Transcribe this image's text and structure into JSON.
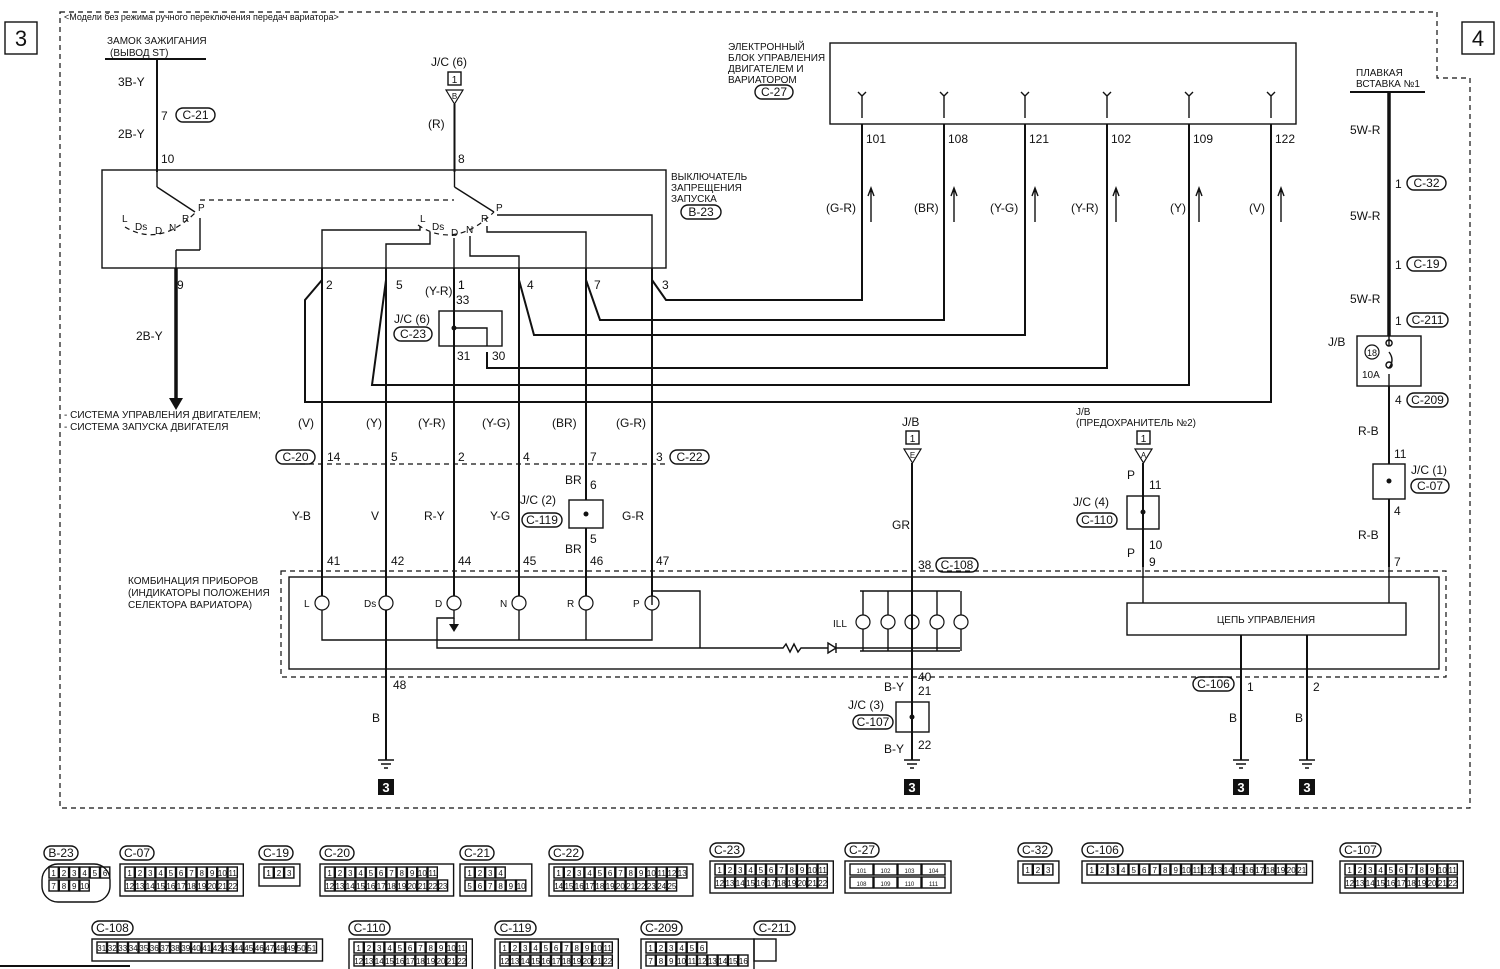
{
  "header_note": "<Модели без режима ручного переключения передач вариатора>",
  "page_left": "3",
  "page_right": "4",
  "ignition": {
    "title1": "ЗАМОК ЗАЖИГАНИЯ",
    "title2": "(ВЫВОД ST)",
    "wire_top": "3B-Y",
    "pin_c21": "7",
    "wire_mid": "2B-Y",
    "pin_10": "10",
    "pin_9": "9",
    "wire_bottom": "2B-Y"
  },
  "jc6_top": {
    "label": "J/C (6)",
    "box": "1",
    "letter": "B",
    "wire": "(R)",
    "pin": "8"
  },
  "ecu": {
    "line1": "ЭЛЕКТРОННЫЙ",
    "line2": "БЛОК УПРАВЛЕНИЯ",
    "line3": "ДВИГАТЕЛЕМ И",
    "line4": "ВАРИАТОРОМ",
    "connector": "C-27",
    "pins": [
      "101",
      "108",
      "121",
      "102",
      "109",
      "122"
    ],
    "wires": [
      "(G-R)",
      "(BR)",
      "(Y-G)",
      "(Y-R)",
      "(Y)",
      "(V)"
    ]
  },
  "inhibitor": {
    "line1": "ВЫКЛЮЧАТЕЛЬ",
    "line2": "ЗАПРЕЩЕНИЯ",
    "line3": "ЗАПУСКА",
    "connector": "B-23",
    "positions": [
      "L",
      "Ds",
      "D",
      "N",
      "R",
      "P"
    ],
    "pins": [
      "2",
      "5",
      "1",
      "4",
      "7",
      "3"
    ]
  },
  "fusible": {
    "line1": "ПЛАВКАЯ",
    "line2": "ВСТАВКА №1",
    "w1": "5W-R",
    "c32": "C-32",
    "w2": "5W-R",
    "c19": "C-19",
    "w3": "5W-R",
    "c211": "C-211",
    "pin1": "1"
  },
  "jb_right": {
    "label": "J/B",
    "fuse_no": "18",
    "amps": "10A",
    "pin4": "4",
    "c209": "C-209",
    "wire": "R-B",
    "pin11": "11"
  },
  "jc1": {
    "label": "J/C (1)",
    "connector": "C-07",
    "pin4": "4",
    "wire": "R-B",
    "pin7": "7"
  },
  "jc6_mid": {
    "wire": "(Y-R)",
    "pin1": "1",
    "pin33": "33",
    "label": "J/C (6)",
    "connector": "C-23",
    "pin31": "31",
    "pin30": "30"
  },
  "systems": {
    "line1": "- СИСТЕМА УПРАВЛЕНИЯ ДВИГАТЕЛЕМ;",
    "line2": "- СИСТЕМА ЗАПУСКА ДВИГАТЕЛЯ"
  },
  "c22_row": {
    "connector_left": "C-20",
    "connector_right": "C-22",
    "wires_top": [
      "(V)",
      "(Y)",
      "(Y-R)",
      "(Y-G)",
      "(BR)",
      "(G-R)"
    ],
    "pins": [
      "14",
      "5",
      "2",
      "4",
      "7",
      "3"
    ],
    "wires_bottom": [
      "Y-B",
      "V",
      "R-Y",
      "Y-G",
      "",
      "G-R"
    ]
  },
  "jc2": {
    "label": "J/C (2)",
    "connector": "C-119",
    "br_top": "BR",
    "pin6": "6",
    "pin5": "5",
    "br_bottom": "BR"
  },
  "jb_mid": {
    "label": "J/B",
    "box": "1",
    "letter": "E",
    "wire": "GR",
    "pin38": "38",
    "connector": "C-108"
  },
  "jb_fuse2": {
    "line1": "J/B",
    "line2": "(ПРЕДОХРАНИТЕЛЬ №2)",
    "box": "1",
    "letter": "A",
    "wire": "P",
    "pin11": "11"
  },
  "jc4": {
    "label": "J/C (4)",
    "connector": "C-110",
    "pin10": "10",
    "wire": "P",
    "pin9": "9"
  },
  "cluster": {
    "line1": "КОМБИНАЦИЯ ПРИБОРОВ",
    "line2": "(ИНДИКАТОРЫ ПОЛОЖЕНИЯ",
    "line3": "СЕЛЕКТОРА ВАРИАТОРА)",
    "pins": [
      "41",
      "42",
      "44",
      "45",
      "46",
      "47"
    ],
    "lamps": [
      "L",
      "Ds",
      "D",
      "N",
      "R",
      "P"
    ],
    "ill": "ILL",
    "control": "ЦЕПЬ УПРАВЛЕНИЯ",
    "pin48": "48",
    "ground_wire": "B"
  },
  "jc3": {
    "pin40": "40",
    "wire_top": "B-Y",
    "pin21": "21",
    "label": "J/C (3)",
    "connector": "C-107",
    "wire_bottom": "B-Y",
    "pin22": "22"
  },
  "c106": {
    "connector": "C-106",
    "pin1": "1",
    "pin2": "2",
    "wire1": "B",
    "wire2": "B"
  },
  "ground_tag": "3",
  "connector_views": [
    {
      "name": "B-23",
      "row1": [
        "1",
        "2",
        "3",
        "4",
        "5",
        "6"
      ],
      "row2": [
        "7",
        "8",
        "9",
        "10"
      ]
    },
    {
      "name": "C-07",
      "row1": [
        "1",
        "2",
        "3",
        "4",
        "5",
        "6",
        "7",
        "8",
        "9",
        "10",
        "11"
      ],
      "row2": [
        "12",
        "13",
        "14",
        "15",
        "16",
        "17",
        "18",
        "19",
        "20",
        "21",
        "22"
      ]
    },
    {
      "name": "C-19",
      "row1": [],
      "row2": [
        "1",
        "2",
        "3"
      ]
    },
    {
      "name": "C-20",
      "row1": [
        "1",
        "2",
        "3",
        "4",
        "5",
        "6",
        "7",
        "8",
        "9",
        "10",
        "11"
      ],
      "row2": [
        "12",
        "13",
        "14",
        "15",
        "16",
        "17",
        "18",
        "19",
        "20",
        "21",
        "22",
        "23"
      ]
    },
    {
      "name": "C-21",
      "row1": [
        "1",
        "2",
        "3",
        "4"
      ],
      "row2": [
        "5",
        "6",
        "7",
        "8",
        "9",
        "10"
      ]
    },
    {
      "name": "C-22",
      "row1": [
        "1",
        "2",
        "3",
        "4",
        "5",
        "6",
        "7",
        "8",
        "9",
        "10",
        "11",
        "12",
        "13"
      ],
      "row2": [
        "14",
        "15",
        "16",
        "17",
        "18",
        "19",
        "20",
        "21",
        "22",
        "23",
        "24",
        "25"
      ]
    },
    {
      "name": "C-23",
      "row1": [
        "1",
        "2",
        "3",
        "4",
        "5",
        "6",
        "7",
        "8",
        "9",
        "10",
        "11"
      ],
      "row2": [
        "12",
        "13",
        "14",
        "15",
        "16",
        "17",
        "18",
        "19",
        "20",
        "21",
        "22"
      ]
    },
    {
      "name": "C-27",
      "row1": [
        "101",
        "102",
        "103",
        "104"
      ],
      "row2": [
        "108",
        "109",
        "110",
        "111"
      ]
    },
    {
      "name": "C-32",
      "row1": [],
      "row2": [
        "1",
        "2",
        "3"
      ]
    },
    {
      "name": "C-106",
      "row1": [
        "1",
        "2",
        "3",
        "4",
        "5",
        "6",
        "7",
        "8",
        "9",
        "10",
        "11",
        "12",
        "13",
        "14",
        "15",
        "16",
        "17",
        "18",
        "19",
        "20",
        "21"
      ],
      "row2": []
    },
    {
      "name": "C-107",
      "row1": [
        "1",
        "2",
        "3",
        "4",
        "5",
        "6",
        "7",
        "8",
        "9",
        "10",
        "11"
      ],
      "row2": [
        "12",
        "13",
        "14",
        "15",
        "16",
        "17",
        "18",
        "19",
        "20",
        "21",
        "22"
      ]
    },
    {
      "name": "C-108",
      "row1": [
        "31",
        "32",
        "33",
        "34",
        "35",
        "36",
        "37",
        "38",
        "39",
        "40",
        "41",
        "42",
        "43",
        "44",
        "45",
        "46",
        "47",
        "48",
        "49",
        "50",
        "51"
      ],
      "row2": []
    },
    {
      "name": "C-110",
      "row1": [
        "1",
        "2",
        "3",
        "4",
        "5",
        "6",
        "7",
        "8",
        "9",
        "10",
        "11"
      ],
      "row2": [
        "12",
        "13",
        "14",
        "15",
        "16",
        "17",
        "18",
        "19",
        "20",
        "21",
        "22"
      ]
    },
    {
      "name": "C-119",
      "row1": [
        "1",
        "2",
        "3",
        "4",
        "5",
        "6",
        "7",
        "8",
        "9",
        "10",
        "11"
      ],
      "row2": [
        "12",
        "13",
        "14",
        "15",
        "16",
        "17",
        "18",
        "19",
        "20",
        "21",
        "22"
      ]
    },
    {
      "name": "C-209",
      "row1": [
        "1",
        "2",
        "3",
        "4",
        "5",
        "6"
      ],
      "row2": [
        "7",
        "8",
        "9",
        "10",
        "11",
        "12",
        "13",
        "14",
        "15",
        "16"
      ]
    },
    {
      "name": "C-211",
      "row1": [],
      "row2": []
    }
  ]
}
